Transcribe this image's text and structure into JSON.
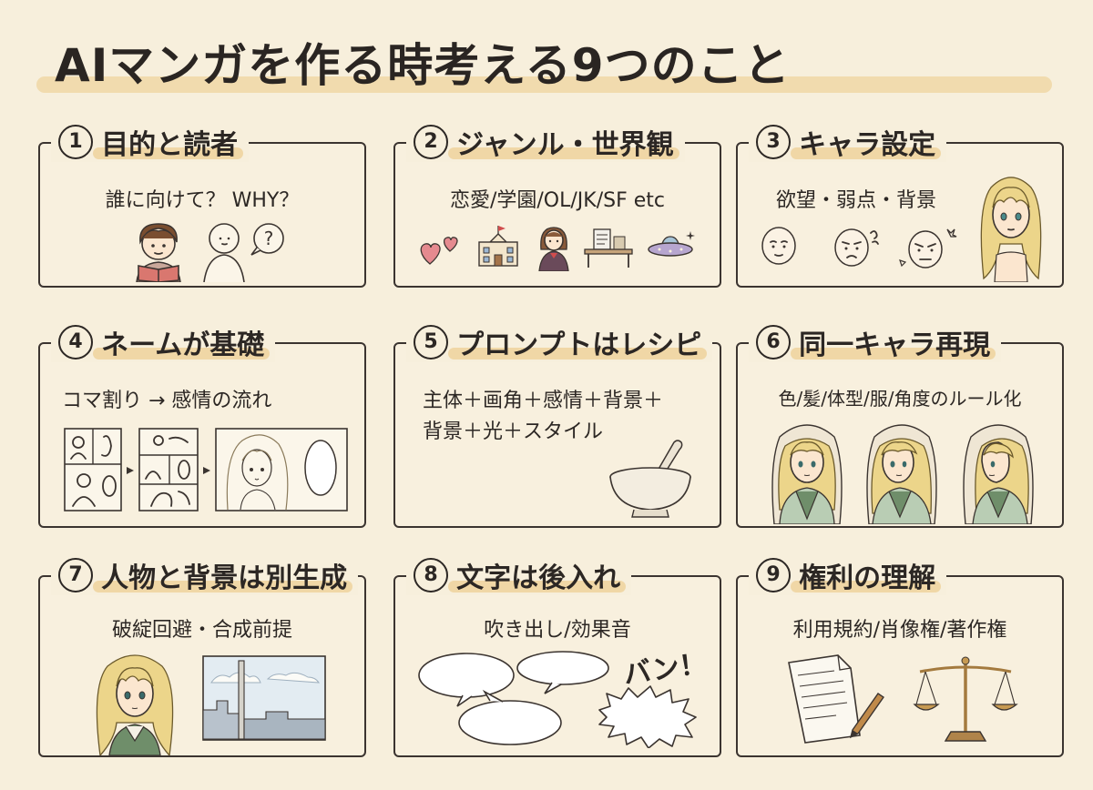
{
  "title": "AIマンガを作る時考える9つのこと",
  "colors": {
    "background": "#f7efdc",
    "highlight": "#f0d7a6",
    "ink": "#3b3430"
  },
  "cards": [
    {
      "num": "1",
      "title": "目的と読者",
      "sub": "誰に向けて？ WHY？",
      "icons": [
        "reader-icon",
        "question-person-icon"
      ]
    },
    {
      "num": "2",
      "title": "ジャンル・世界観",
      "sub": "恋愛/学園/OL/JK/SF etc",
      "icons": [
        "hearts-icon",
        "school-icon",
        "schoolgirl-icon",
        "office-desk-icon",
        "ufo-icon"
      ]
    },
    {
      "num": "3",
      "title": "キャラ設定",
      "sub": "欲望・弱点・背景",
      "icons": [
        "calm-face-icon",
        "worried-face-icon",
        "angry-face-icon",
        "blonde-girl-icon"
      ]
    },
    {
      "num": "4",
      "title": "ネームが基礎",
      "sub": "コマ割り → 感情の流れ",
      "icons": [
        "storyboard-rough-icon",
        "storyboard-sketch-icon",
        "finished-panel-icon"
      ]
    },
    {
      "num": "5",
      "title": "プロンプトはレシピ",
      "sub": "主体＋画角＋感情＋背景＋",
      "sub2": "背景＋光＋スタイル",
      "icons": [
        "mortar-pestle-icon"
      ]
    },
    {
      "num": "6",
      "title": "同一キャラ再現",
      "sub": "色/髪/体型/服/角度のルール化",
      "icons": [
        "character-front-icon",
        "character-three-quarter-icon",
        "character-side-icon"
      ]
    },
    {
      "num": "7",
      "title": "人物と背景は別生成",
      "sub": "破綻回避・合成前提",
      "icons": [
        "character-portrait-icon",
        "cityscape-background-icon"
      ]
    },
    {
      "num": "8",
      "title": "文字は後入れ",
      "sub": "吹き出し/効果音",
      "sfx": "バン！",
      "icons": [
        "speech-bubble-icon",
        "burst-bubble-icon"
      ]
    },
    {
      "num": "9",
      "title": "権利の理解",
      "sub": "利用規約/肖像権/著作権",
      "icons": [
        "document-pen-icon",
        "scales-icon"
      ]
    }
  ]
}
